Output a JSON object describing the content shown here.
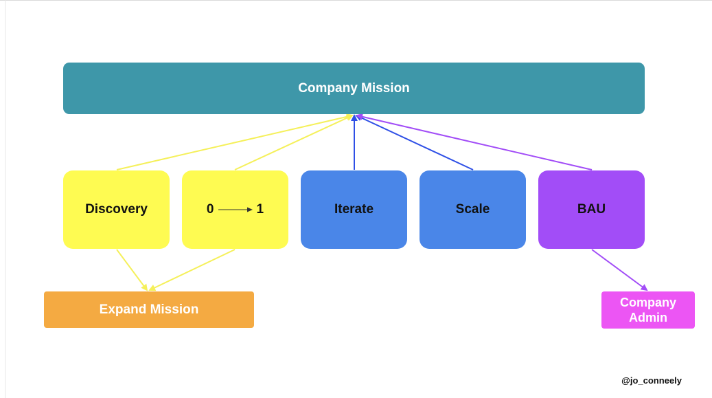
{
  "mission": {
    "label": "Company Mission",
    "color": "#3e97a9"
  },
  "stages": [
    {
      "label": "Discovery",
      "color": "#fefb52"
    },
    {
      "label_from": "0",
      "label_to": "1",
      "color": "#fefb52"
    },
    {
      "label": "Iterate",
      "color": "#4a86e8"
    },
    {
      "label": "Scale",
      "color": "#4a86e8"
    },
    {
      "label": "BAU",
      "color": "#a24df7"
    }
  ],
  "expand_mission": {
    "label": "Expand Mission",
    "color": "#f4aa42"
  },
  "company_admin": {
    "line1": "Company",
    "line2": "Admin",
    "color": "#ec55f4"
  },
  "credit": "@jo_conneely",
  "arrow_colors": {
    "yellow": "#fefb52",
    "blue": "#2e4fe6",
    "purple": "#a24df7"
  }
}
